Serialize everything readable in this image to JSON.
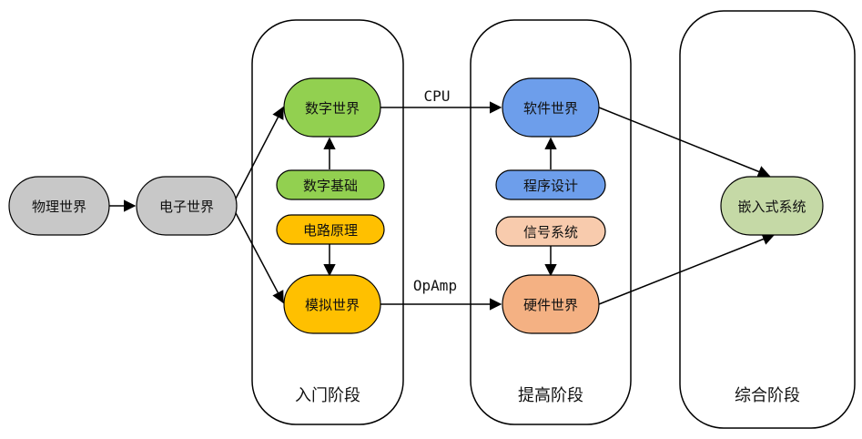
{
  "stages": {
    "intro": {
      "label": "入门阶段"
    },
    "advanced": {
      "label": "提高阶段"
    },
    "integrated": {
      "label": "综合阶段"
    }
  },
  "nodes": {
    "physical_world": {
      "label": "物理世界",
      "color": "#c8c8c8"
    },
    "electronic_world": {
      "label": "电子世界",
      "color": "#c8c8c8"
    },
    "digital_world": {
      "label": "数字世界",
      "color": "#92d050"
    },
    "digital_basics": {
      "label": "数字基础",
      "color": "#92d050"
    },
    "circuit_principles": {
      "label": "电路原理",
      "color": "#ffc000"
    },
    "analog_world": {
      "label": "模拟世界",
      "color": "#ffc000"
    },
    "software_world": {
      "label": "软件世界",
      "color": "#6d9eeb"
    },
    "program_design": {
      "label": "程序设计",
      "color": "#6d9eeb"
    },
    "signal_systems": {
      "label": "信号系统",
      "color": "#f8cbad"
    },
    "hardware_world": {
      "label": "硬件世界",
      "color": "#f4b183"
    },
    "embedded_systems": {
      "label": "嵌入式系统",
      "color": "#c5d9a6"
    }
  },
  "edges": {
    "cpu": {
      "label": "CPU"
    },
    "opamp": {
      "label": "OpAmp"
    }
  },
  "style": {
    "stroke": "#000000",
    "stage_fill": "#ffffff"
  }
}
